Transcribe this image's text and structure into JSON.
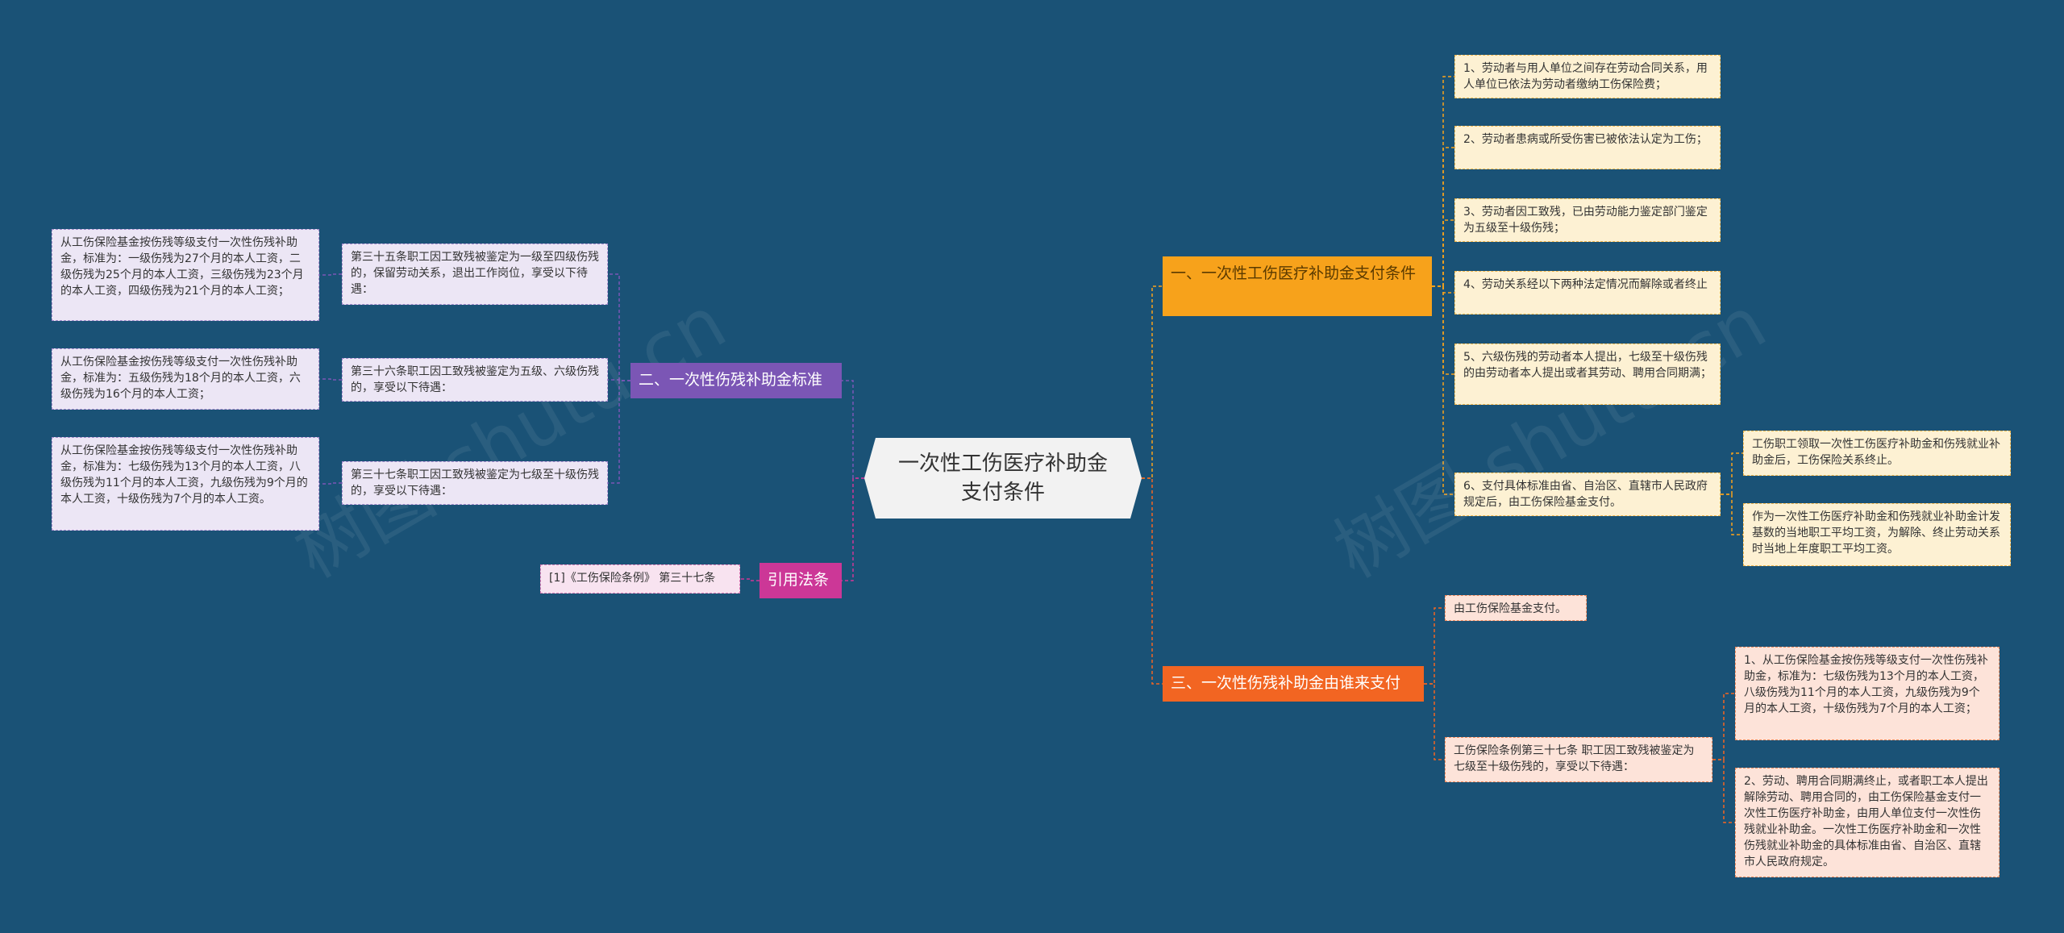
{
  "root": {
    "label": "一次性工伤医疗补助金支付条件"
  },
  "branches": {
    "b1": {
      "label": "一、一次性工伤医疗补助金支付条件",
      "items": [
        "1、劳动者与用人单位之间存在劳动合同关系，用人单位已依法为劳动者缴纳工伤保险费；",
        "2、劳动者患病或所受伤害已被依法认定为工伤；",
        "3、劳动者因工致残，已由劳动能力鉴定部门鉴定为五级至十级伤残；",
        "4、劳动关系经以下两种法定情况而解除或者终止",
        "5、六级伤残的劳动者本人提出，七级至十级伤残的由劳动者本人提出或者其劳动、聘用合同期满；",
        "6、支付具体标准由省、自治区、直辖市人民政府规定后，由工伤保险基金支付。"
      ],
      "sub6": [
        "工伤职工领取一次性工伤医疗补助金和伤残就业补助金后，工伤保险关系终止。",
        "作为一次性工伤医疗补助金和伤残就业补助金计发基数的当地职工平均工资，为解除、终止劳动关系时当地上年度职工平均工资。"
      ]
    },
    "b3": {
      "label": "三、一次性伤残补助金由谁来支付",
      "items": [
        "由工伤保险基金支付。",
        "工伤保险条例第三十七条 职工因工致残被鉴定为七级至十级伤残的，享受以下待遇："
      ],
      "sub": [
        "1、从工伤保险基金按伤残等级支付一次性伤残补助金，标准为：七级伤残为13个月的本人工资，八级伤残为11个月的本人工资，九级伤残为9个月的本人工资，十级伤残为7个月的本人工资；",
        "2、劳动、聘用合同期满终止，或者职工本人提出解除劳动、聘用合同的，由工伤保险基金支付一次性工伤医疗补助金，由用人单位支付一次性伤残就业补助金。一次性工伤医疗补助金和一次性伤残就业补助金的具体标准由省、自治区、直辖市人民政府规定。"
      ]
    },
    "b2": {
      "label": "二、一次性伤残补助金标准",
      "items": [
        "第三十五条职工因工致残被鉴定为一级至四级伤残的，保留劳动关系，退出工作岗位，享受以下待遇：",
        "第三十六条职工因工致残被鉴定为五级、六级伤残的，享受以下待遇：",
        "第三十七条职工因工致残被鉴定为七级至十级伤残的，享受以下待遇："
      ],
      "sub": [
        "从工伤保险基金按伤残等级支付一次性伤残补助金，标准为：一级伤残为27个月的本人工资，二级伤残为25个月的本人工资，三级伤残为23个月的本人工资，四级伤残为21个月的本人工资；",
        "从工伤保险基金按伤残等级支付一次性伤残补助金，标准为：五级伤残为18个月的本人工资，六级伤残为16个月的本人工资；",
        "从工伤保险基金按伤残等级支付一次性伤残补助金，标准为：七级伤残为13个月的本人工资，八级伤残为11个月的本人工资，九级伤残为9个月的本人工资，十级伤残为7个月的本人工资。"
      ]
    },
    "b4": {
      "label": "引用法条",
      "items": [
        "[1]《工伤保险条例》 第三十七条"
      ]
    }
  },
  "watermark": "树图 shutu.cn",
  "colors": {
    "background": "#1a5276",
    "orange": "#f7a21b",
    "red": "#f26522",
    "purple": "#7b56b5",
    "pink": "#cc3797"
  }
}
